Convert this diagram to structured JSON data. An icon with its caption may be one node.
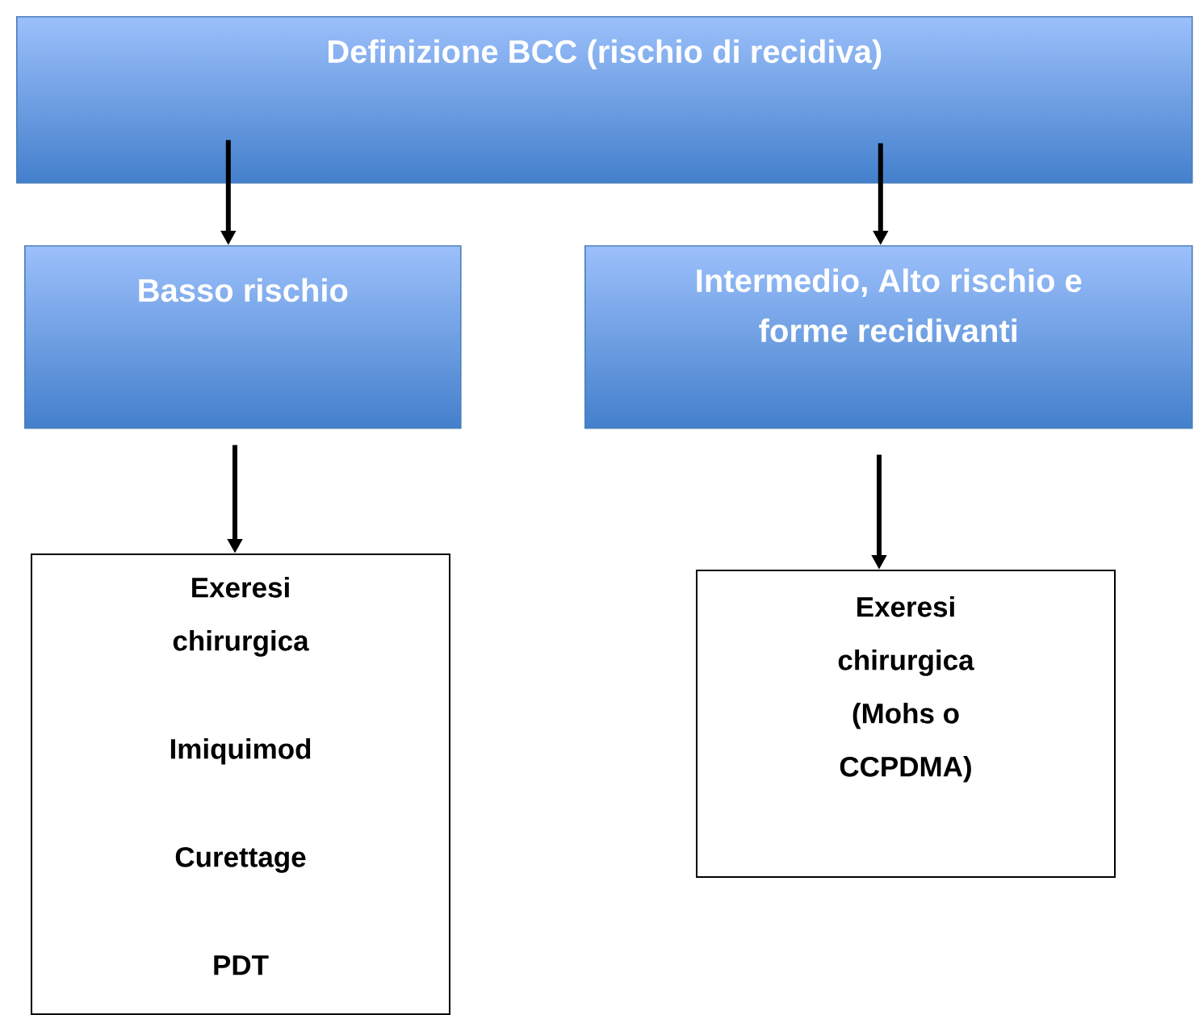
{
  "diagram": {
    "nodes": [
      {
        "text": [
          "Definizione BCC (rischio di recidiva)"
        ]
      },
      {
        "text": [
          "Basso rischio"
        ]
      },
      {
        "text": [
          "Intermedio, Alto rischio e forme recidivanti"
        ]
      },
      {
        "text": [
          "Exeresi chirurgica",
          "Imiquimod",
          "Curettage",
          "PDT"
        ]
      },
      {
        "text": [
          "Exeresi chirurgica (Mohs o CCPDMA)"
        ]
      }
    ],
    "edges": [
      {
        "from": 0,
        "to": 1,
        "arrow": "to"
      },
      {
        "from": 0,
        "to": 2,
        "arrow": "to"
      },
      {
        "from": 1,
        "to": 3,
        "arrow": "to"
      },
      {
        "from": 2,
        "to": 4,
        "arrow": "to"
      }
    ]
  }
}
